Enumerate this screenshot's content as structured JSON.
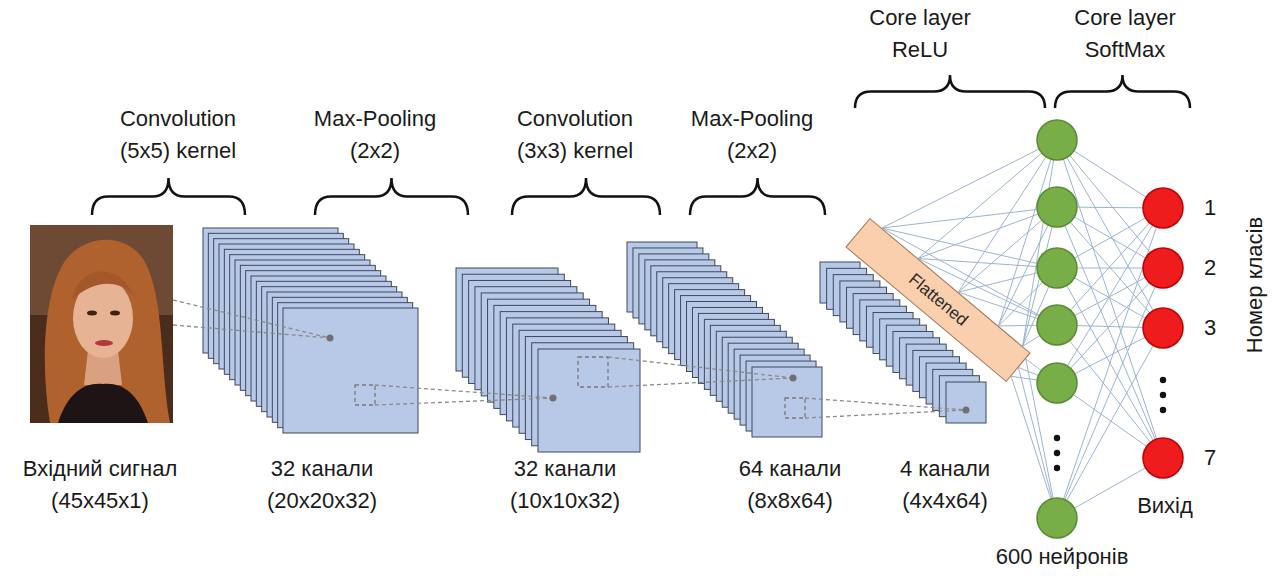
{
  "diagram": {
    "nodes": [
      {
        "text": [
          "Flattened"
        ]
      }
    ],
    "labels": [
      "Convolution (5x5) kernel",
      "Max-Pooling (2x2)",
      "Convolution (3x3) kernel",
      "Max-Pooling (2x2)",
      "Core layer ReLU",
      "Core layer SoftMax",
      "1",
      "2",
      "3",
      "7",
      "Номер класів",
      "Вхідний сигнал (45x45x1)",
      "32 канали (20x20x32)",
      "32 канали (10x10x32)",
      "64 канали (8x8x64)",
      "4 канали (4x4x64)",
      "Вихід",
      "600 нейронів"
    ]
  }
}
